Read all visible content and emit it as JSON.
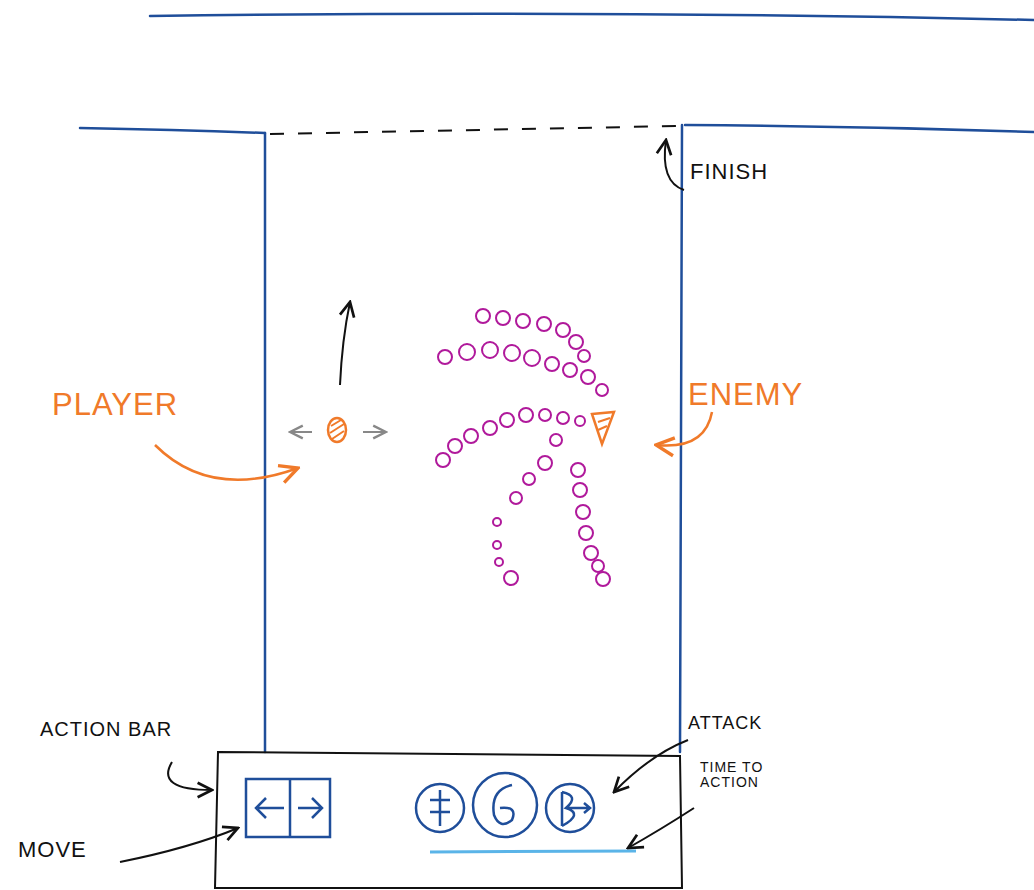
{
  "diagram": {
    "labels": [
      "FINISH",
      "PLAYER",
      "ENEMY",
      "ACTION BAR",
      "MOVE",
      "ATTACK",
      "TIME TO ACTION"
    ]
  }
}
